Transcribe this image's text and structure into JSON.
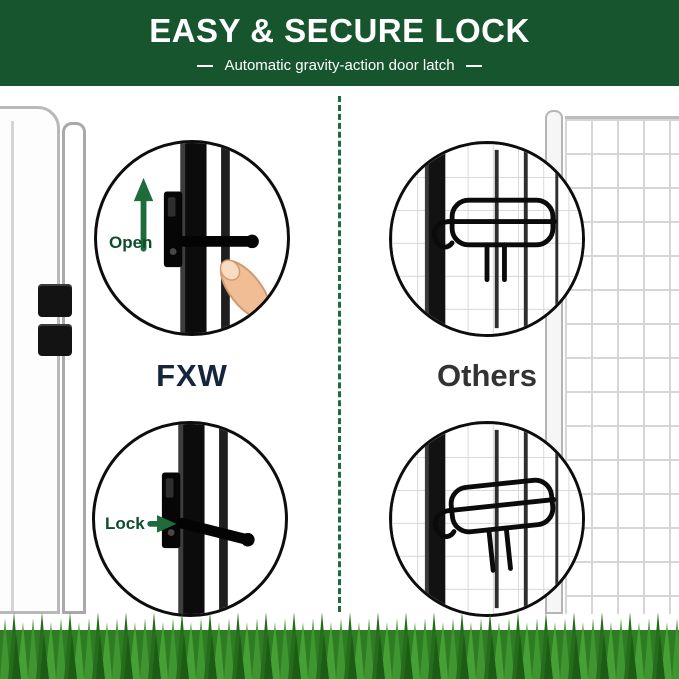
{
  "header": {
    "title": "EASY & SECURE LOCK",
    "subtitle": "Automatic gravity-action door latch"
  },
  "comparison": {
    "left": {
      "brand": "FXW",
      "top_label": "Open",
      "bottom_label": "Lock"
    },
    "right": {
      "brand": "Others"
    }
  },
  "icons": {
    "open_arrow": "up-arrow",
    "lock_arrow": "right-arrow",
    "finger": "pointing-finger-hand",
    "fxw_latch": "gravity-drop-latch",
    "others_latch": "wire-spring-latch"
  },
  "colors": {
    "header_bg": "#17552f",
    "accent_green": "#1e6b3c",
    "fxw_text": "#15253b",
    "others_text": "#333333",
    "grass_green": "#2e7d23"
  }
}
